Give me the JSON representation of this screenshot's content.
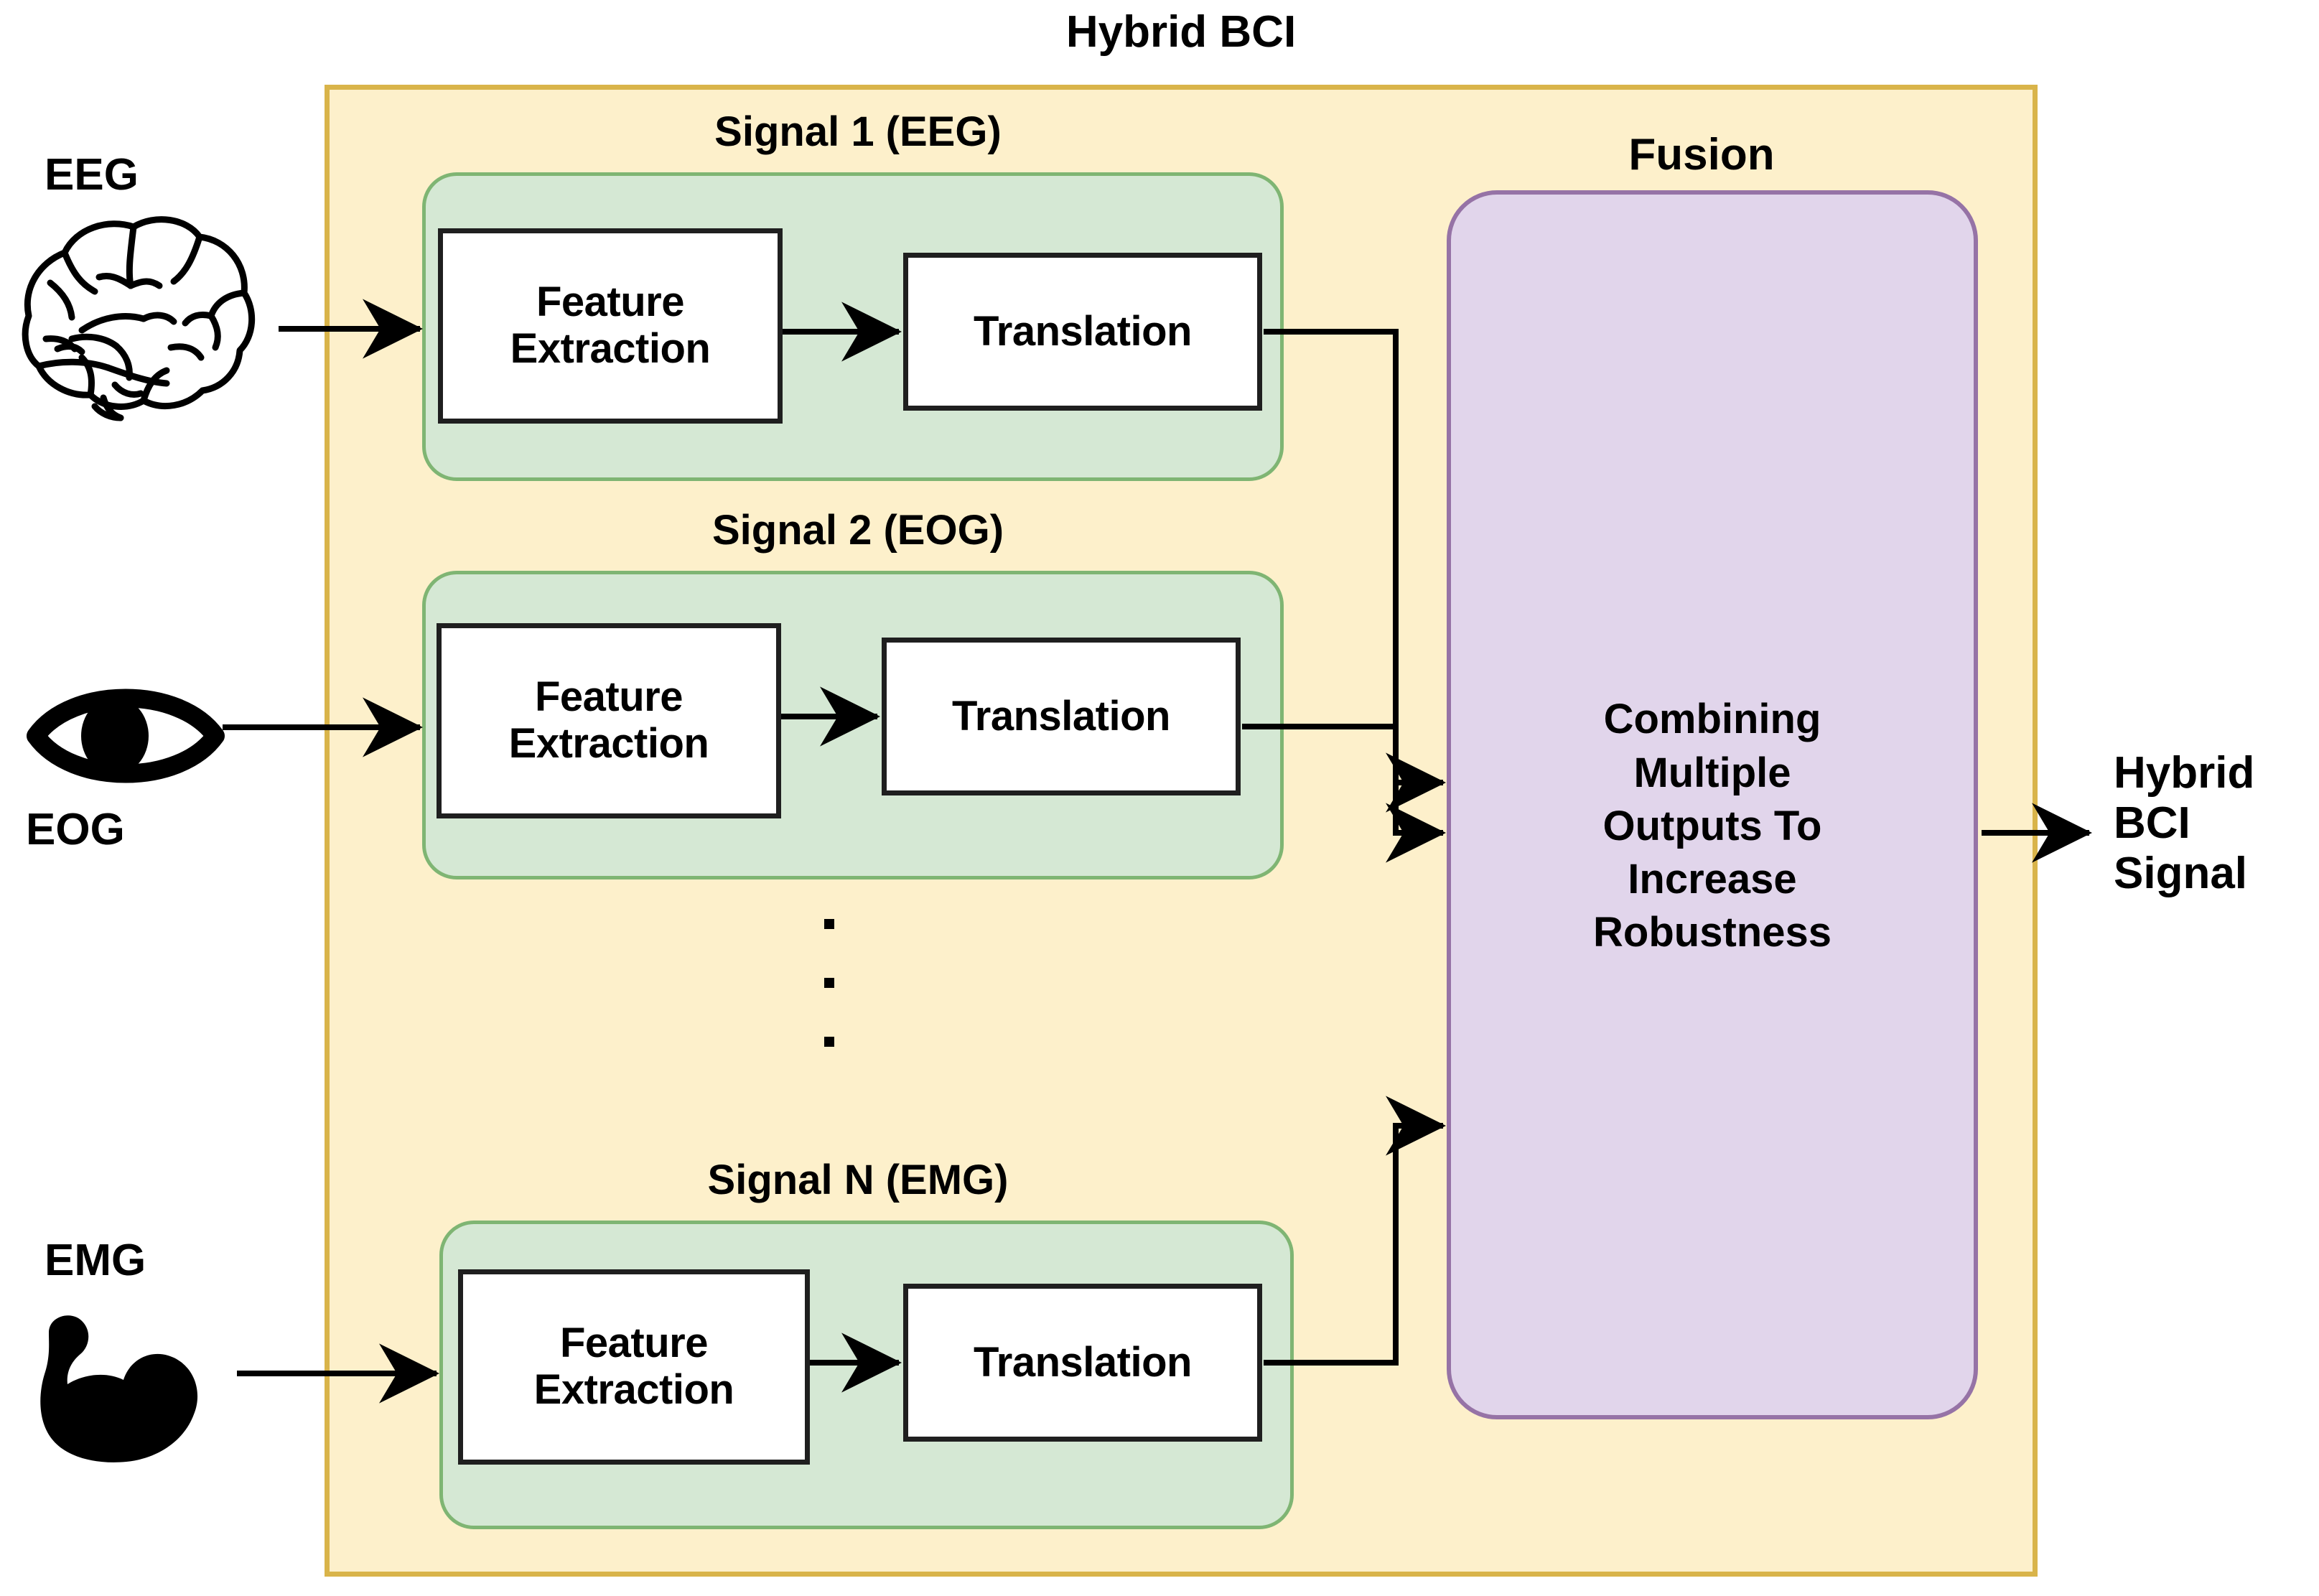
{
  "diagram": {
    "title": "Hybrid BCI",
    "fusion": {
      "title": "Fusion",
      "text": "Combining\nMultiple\nOutputs To\nIncrease\nRobustness"
    },
    "output": {
      "label": "Hybrid\nBCI\nSignal"
    },
    "sources": [
      {
        "label": "EEG",
        "icon": "brain-icon"
      },
      {
        "label": "EOG",
        "icon": "eye-icon"
      },
      {
        "label": "EMG",
        "icon": "muscle-icon"
      }
    ],
    "signals": [
      {
        "title": "Signal 1 (EEG)",
        "stages": [
          {
            "label": "Feature\nExtraction"
          },
          {
            "label": "Translation"
          }
        ]
      },
      {
        "title": "Signal 2 (EOG)",
        "stages": [
          {
            "label": "Feature\nExtraction"
          },
          {
            "label": "Translation"
          }
        ]
      },
      {
        "title": "Signal N (EMG)",
        "stages": [
          {
            "label": "Feature\nExtraction"
          },
          {
            "label": "Translation"
          }
        ]
      }
    ],
    "ellipsis": "···",
    "colors": {
      "outer_fill": "#fdf0cb",
      "outer_border": "#d9b44a",
      "group_fill": "#d5e8d4",
      "group_border": "#7fb573",
      "fusion_fill": "#e1d5eb",
      "fusion_border": "#9673a6",
      "box_fill": "#ffffff",
      "box_border": "#1f1f1f",
      "arrow": "#000000",
      "text": "#000000"
    }
  }
}
